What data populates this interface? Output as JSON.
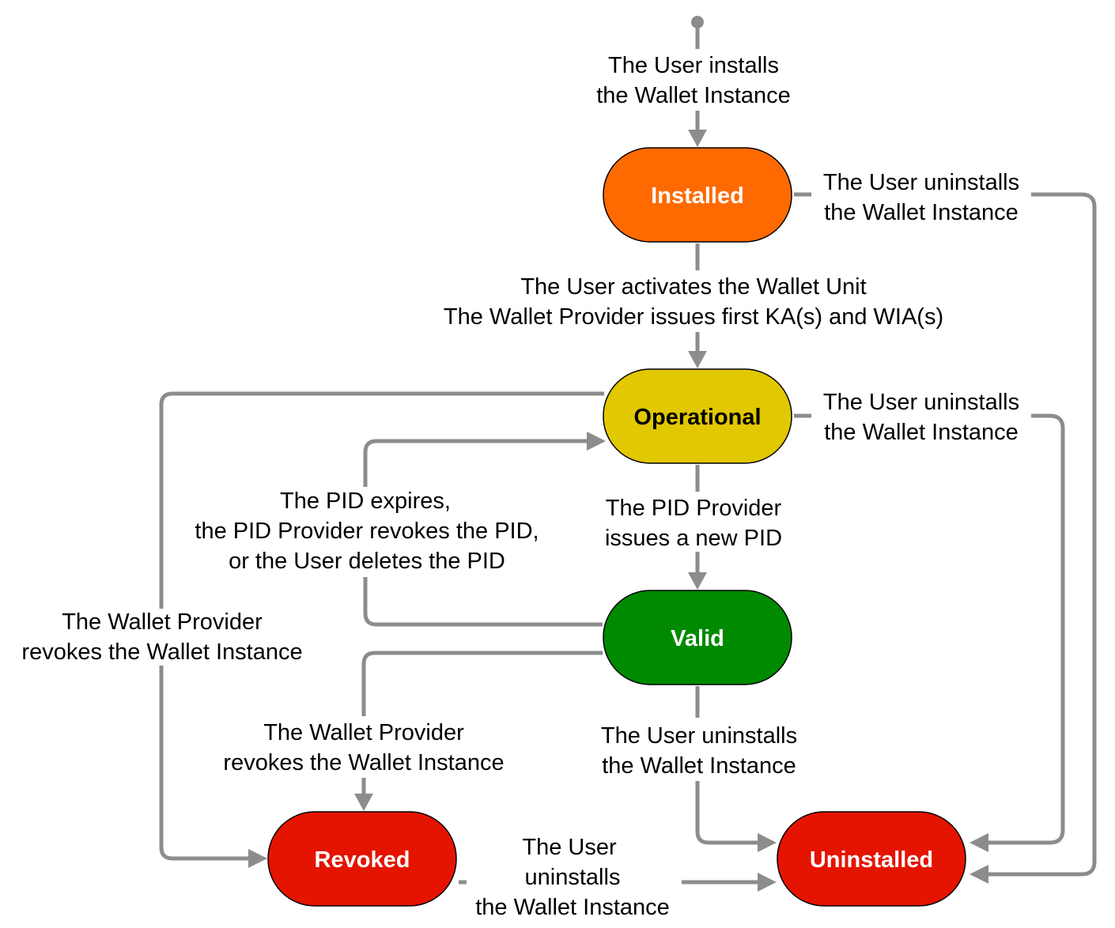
{
  "colors": {
    "edge": "#8c8c8c",
    "installed": "#ff6a00",
    "operational": "#e2c800",
    "valid": "#008a00",
    "revoked": "#e51400",
    "uninstalled": "#e51400",
    "light_text": "#ffffff",
    "dark_text": "#000000"
  },
  "states": {
    "installed": "Installed",
    "operational": "Operational",
    "valid": "Valid",
    "revoked": "Revoked",
    "uninstalled": "Uninstalled"
  },
  "transitions": {
    "install": [
      "The User installs",
      "the Wallet Instance"
    ],
    "installed_uninstall": [
      "The User uninstalls",
      "the Wallet Instance"
    ],
    "activate": [
      "The User activates the Wallet Unit",
      "The Wallet Provider issues first KA(s) and WIA(s)"
    ],
    "operational_uninstall": [
      "The User uninstalls",
      "the Wallet Instance"
    ],
    "issue_pid": [
      "The PID Provider",
      "issues a new PID"
    ],
    "pid_invalidated": [
      "The PID expires,",
      "the PID Provider revokes the PID,",
      "or the User deletes the PID"
    ],
    "operational_revoke": [
      "The Wallet Provider",
      "revokes the Wallet Instance"
    ],
    "valid_revoke": [
      "The Wallet Provider",
      "revokes the Wallet Instance"
    ],
    "valid_uninstall": [
      "The User uninstalls",
      "the Wallet Instance"
    ],
    "revoked_uninstall": [
      "The User",
      "uninstalls",
      "the Wallet Instance"
    ]
  }
}
